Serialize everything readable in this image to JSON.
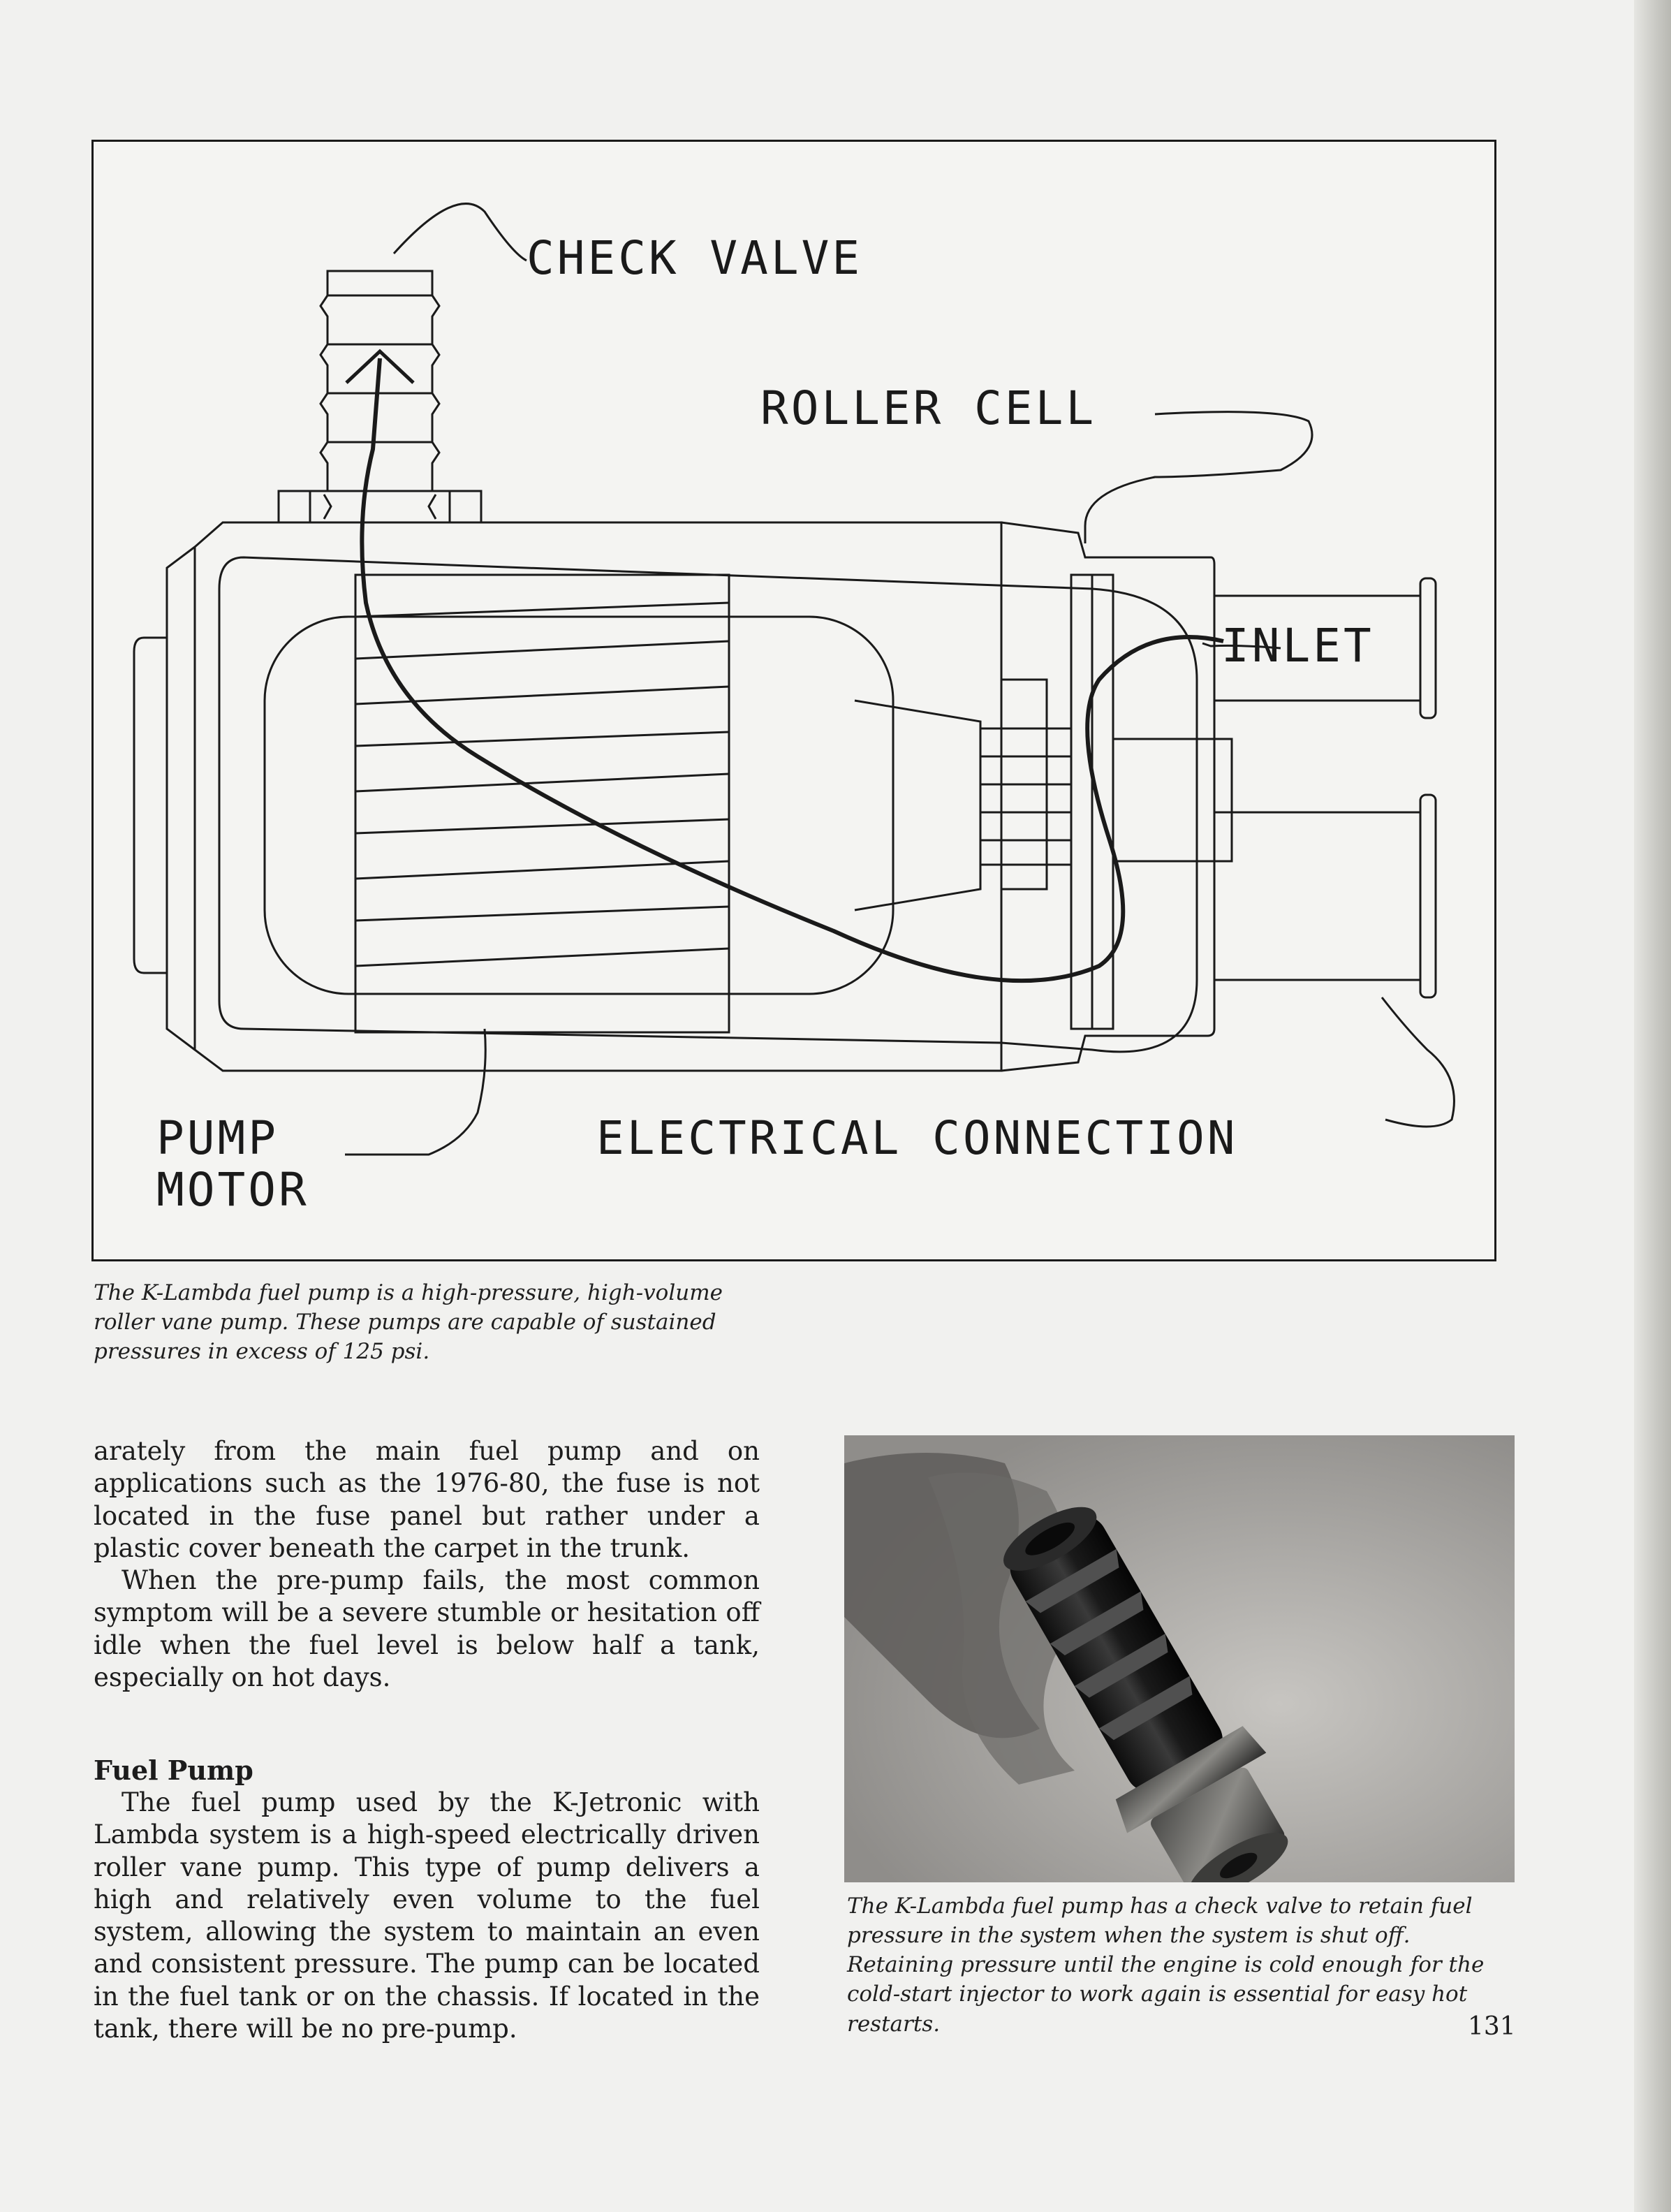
{
  "figure": {
    "labels": {
      "check_valve": "CHECK VALVE",
      "roller_cell": "ROLLER CELL",
      "inlet": "INLET",
      "pump_motor_line1": "PUMP",
      "pump_motor_line2": "MOTOR",
      "electrical_connection": "ELECTRICAL CONNECTION"
    },
    "caption": "The K-Lambda fuel pump is a high-pressure, high-volume roller vane pump. These pumps are capable of sustained pressures in excess of 125 psi."
  },
  "body": {
    "para1": "arately from the main fuel pump and on applications such as the 1976-80, the fuse is not located in the fuse panel but rather under a plastic cover beneath the carpet in the trunk.",
    "para2": "When the pre-pump fails, the most common symptom will be a severe stumble or hesitation off idle when the fuel level is below half a tank, especially on hot days.",
    "heading": "Fuel Pump",
    "para3": "The fuel pump used by the K-Jetronic with Lambda system is a high-speed electrically driven roller vane pump. This type of pump delivers a high and relatively even volume to the fuel system, allowing the system to maintain an even and consistent pressure. The pump can be located in the fuel tank or on the chassis. If located in the tank, there will be no pre-pump."
  },
  "photo": {
    "caption": "The K-Lambda fuel pump has a check valve to retain fuel pressure in the system when the system is shut off. Retaining pressure until the engine is cold enough for the cold-start injector to work again is essential for easy hot restarts."
  },
  "page_number": "131"
}
